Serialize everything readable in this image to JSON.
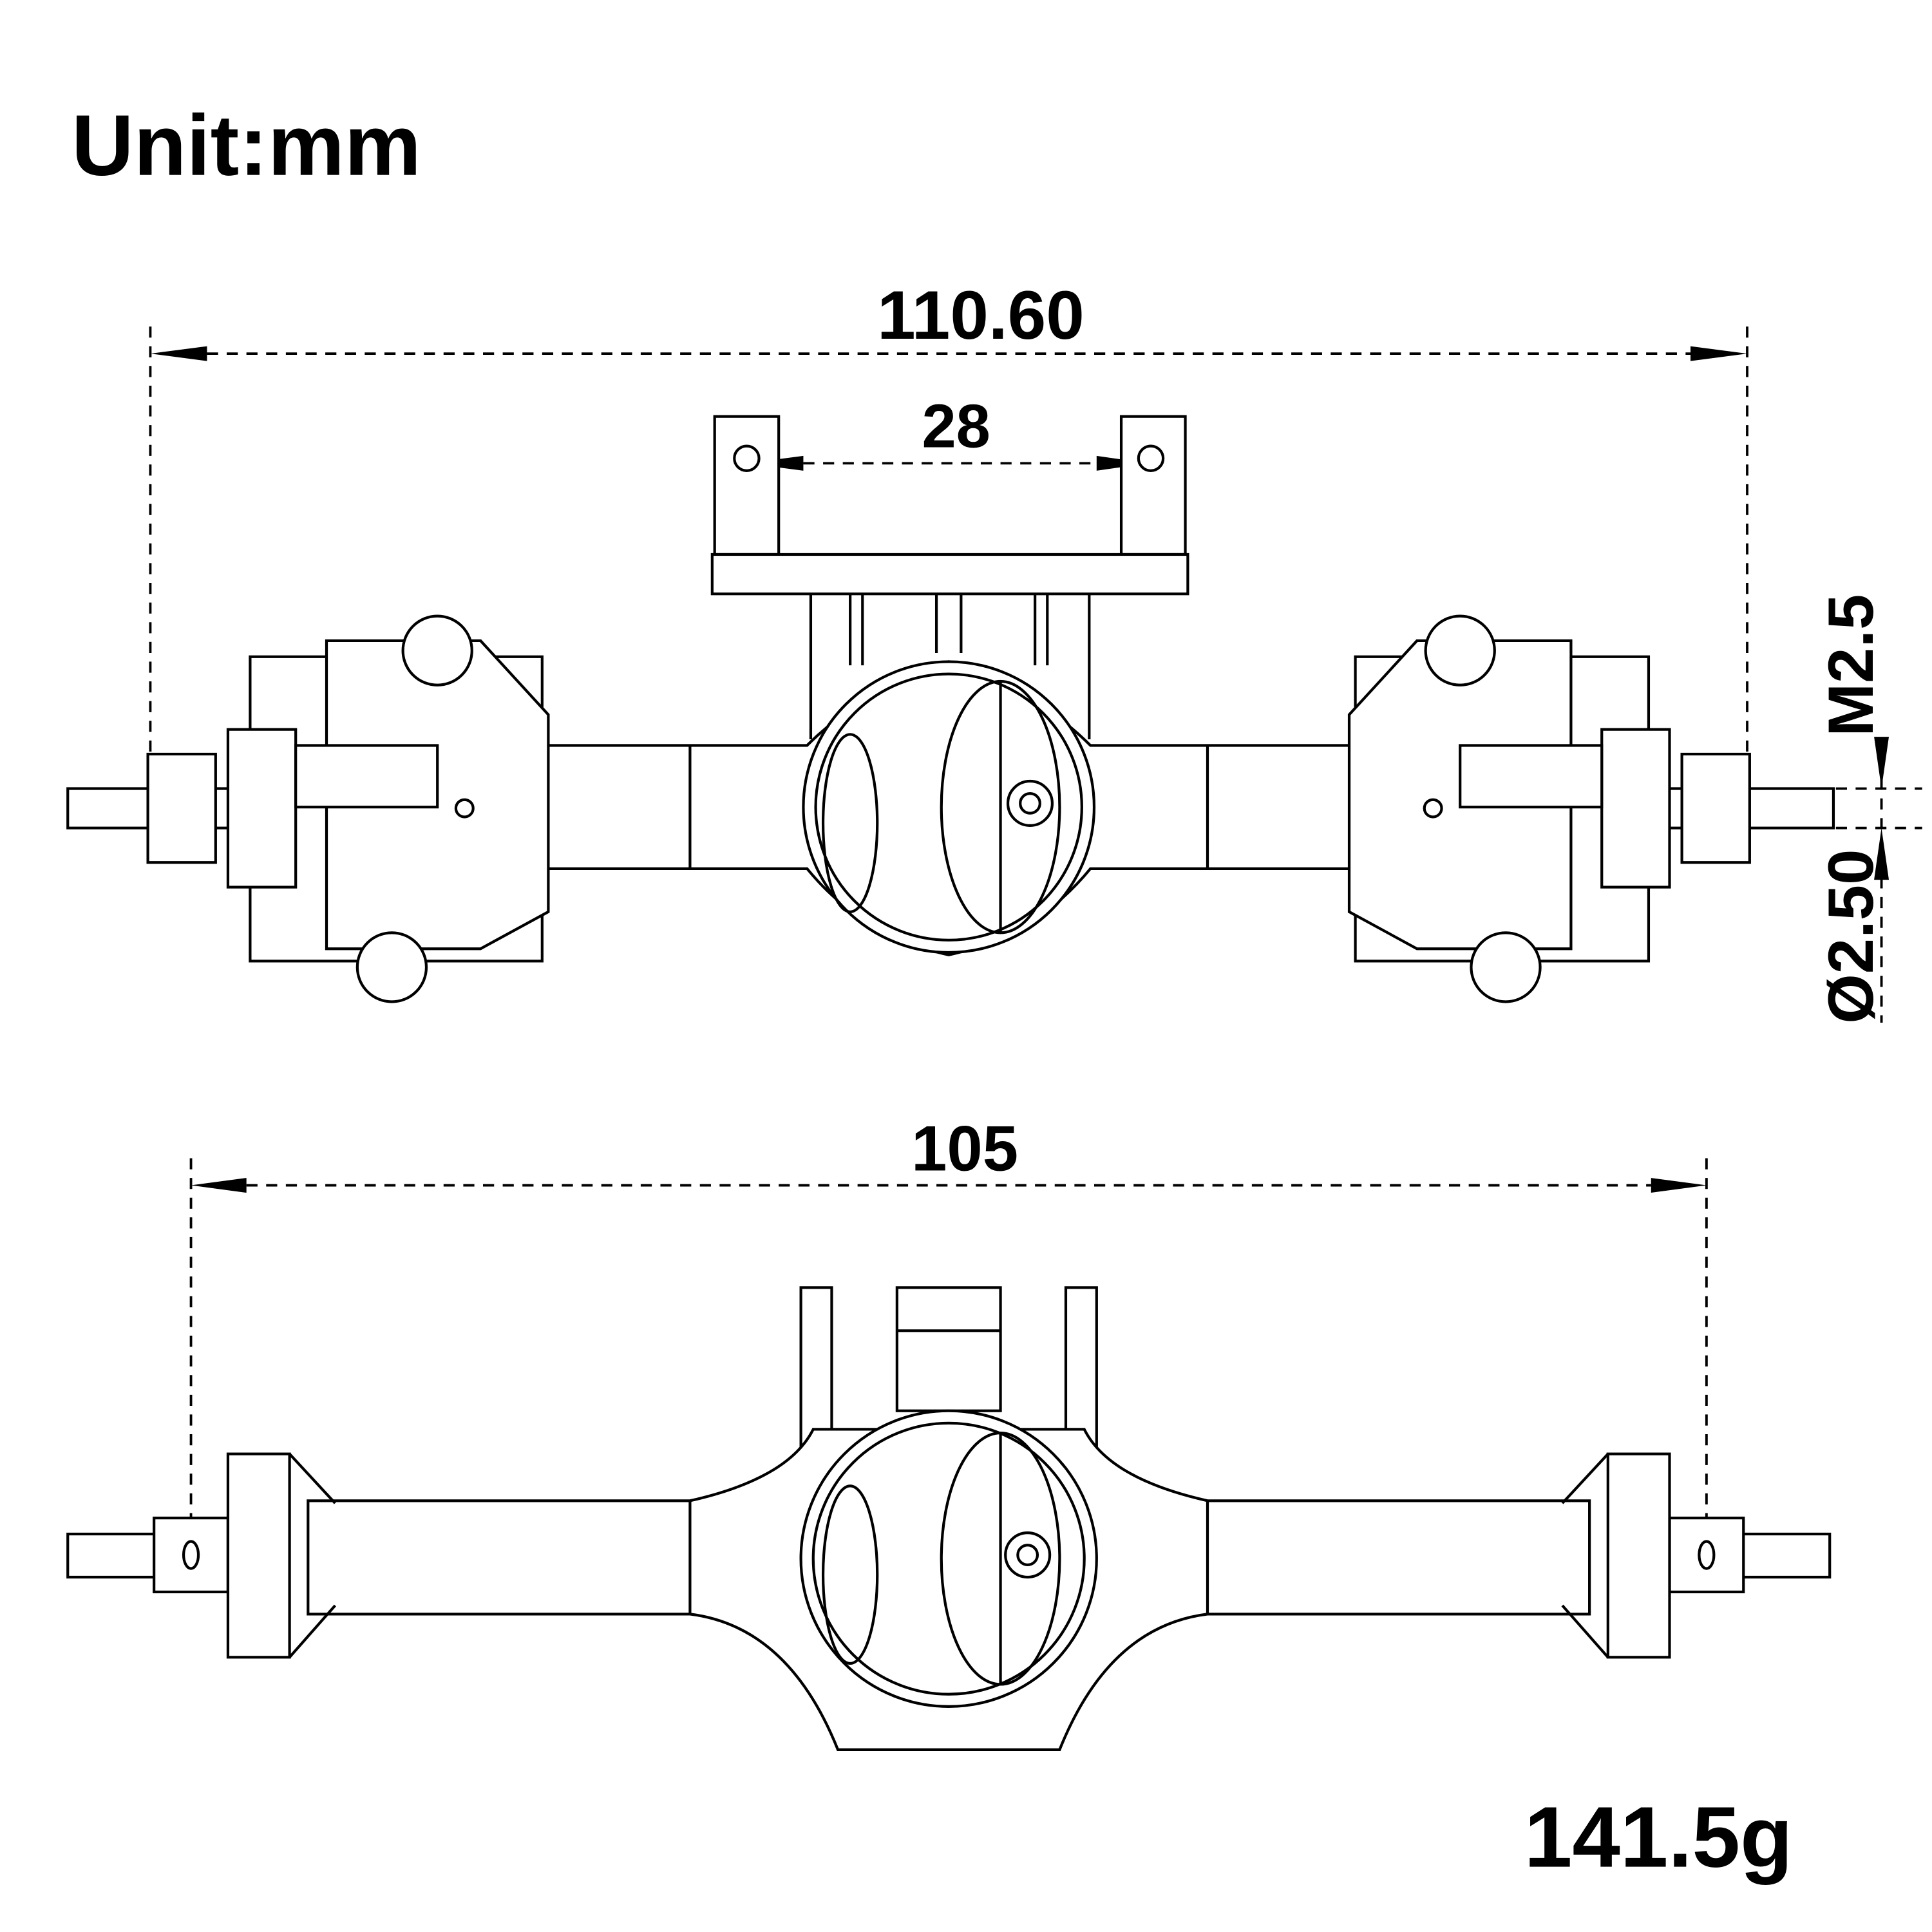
{
  "unit_label": "Unit:mm",
  "dimensions": {
    "overall_width_top": "110.60",
    "mount_spacing": "28",
    "thread": "M2.5",
    "shaft_diameter": "Ø2.50",
    "overall_width_bottom": "105"
  },
  "weight": "141.5g",
  "colors": {
    "line": "#000000",
    "background": "#ffffff"
  }
}
